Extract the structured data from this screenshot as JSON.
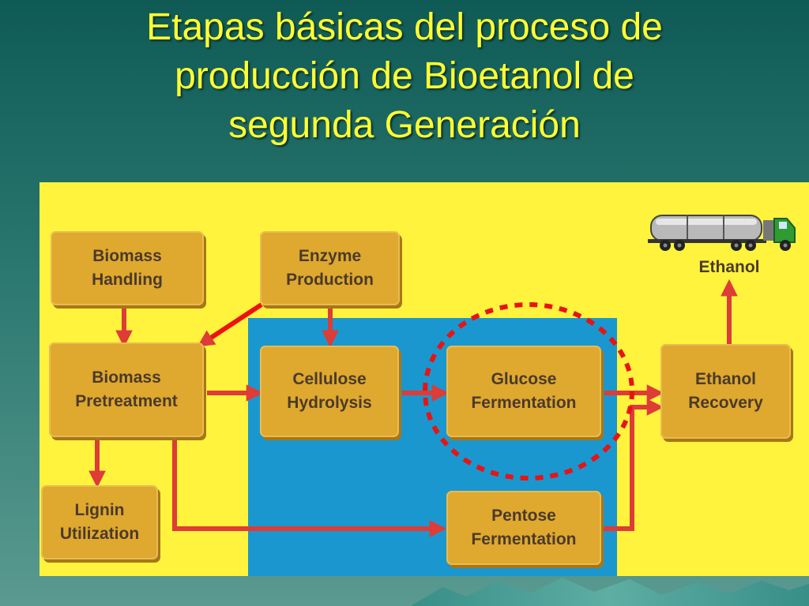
{
  "title": {
    "line1": "Etapas básicas del proceso de",
    "line2": "producción de Bioetanol de",
    "line3": "segunda Generación"
  },
  "diagram": {
    "boxes": {
      "biomass_handling": [
        "Biomass",
        "Handling"
      ],
      "enzyme_production": [
        "Enzyme",
        "Production"
      ],
      "biomass_pretreatment": [
        "Biomass",
        "Pretreatment"
      ],
      "cellulose_hydrolysis": [
        "Cellulose",
        "Hydrolysis"
      ],
      "glucose_fermentation": [
        "Glucose",
        "Fermentation"
      ],
      "ethanol_recovery": [
        "Ethanol",
        "Recovery"
      ],
      "lignin_utilization": [
        "Lignin",
        "Utilization"
      ],
      "pentose_fermentation": [
        "Pentose",
        "Fermentation"
      ]
    },
    "ethanol_label": "Ethanol",
    "highlight": "glucose-fermentation",
    "icons": [
      "tanker-truck-icon"
    ]
  },
  "colors": {
    "title": "#ffff33",
    "panel_background": "#fff33d",
    "blue_region": "#1a97cf",
    "box_fill": "#dfa82e",
    "arrow": "#dd3c37",
    "highlight_circle": "#e81313"
  }
}
